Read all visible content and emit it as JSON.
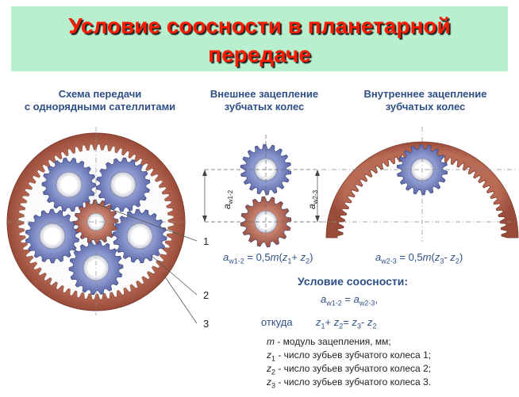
{
  "title": {
    "line1": "Условие соосности в планетарной",
    "line2": "передаче"
  },
  "sections": {
    "scheme": {
      "line1": "Схема передачи",
      "line2": "с однорядными сателлитами"
    },
    "external": {
      "line1": "Внешнее зацепление",
      "line2": "зубчатых колес"
    },
    "internal": {
      "line1": "Внутреннее зацепление",
      "line2": "зубчатых колес"
    }
  },
  "callouts": [
    "1",
    "2",
    "3"
  ],
  "dims": {
    "aw12": {
      "a": "a",
      "sub": "w1-2"
    },
    "aw23": {
      "a": "a",
      "sub": "w2-3"
    }
  },
  "formula_external": {
    "lhs": "a",
    "lhs_sub": "w1-2",
    "rest1": " = 0,5",
    "m": "m",
    "open": "(",
    "z": "z",
    "s1": "1",
    "plus": "+ ",
    "z2": "z",
    "s2": "2",
    "close": ")"
  },
  "formula_internal": {
    "lhs": "a",
    "lhs_sub": "w2-3",
    "rest1": " = 0,5",
    "m": "m",
    "open": "(",
    "z": "z",
    "s1": "3",
    "minus": "- ",
    "z2": "z",
    "s2": "2",
    "close": ")"
  },
  "condition": {
    "heading": "Условие соосности:",
    "eq_a1": "a",
    "eq_sub1": "w1-2",
    "eq_mid": " = ",
    "eq_a2": "a",
    "eq_sub2": "w2-3",
    "eq_end": ",",
    "whence": "откуда",
    "r_z1": "z",
    "r_s1": "1",
    "r_plus": "+ ",
    "r_z2": "z",
    "r_s2": "2",
    "r_eq": "= ",
    "r_z3": "z",
    "r_s3": "3",
    "r_minus": "- ",
    "r_z4": "z",
    "r_s4": "2"
  },
  "legend": [
    {
      "sym": "m",
      "sub": "",
      "text": " - модуль зацепления, мм;"
    },
    {
      "sym": "z",
      "sub": "1",
      "text": " - число зубьев зубчатого колеса 1;"
    },
    {
      "sym": "z",
      "sub": "2",
      "text": " - число зубьев зубчатого колеса 2;"
    },
    {
      "sym": "z",
      "sub": "3",
      "text": " - число зубьев зубчатого колеса 3."
    }
  ],
  "colors": {
    "title_red": "#ff1a00",
    "title_bg": "#b8f0cf",
    "ring_brown": "#b2604a",
    "ring_gap": "#fbfbfb",
    "planet_blue": "#6a78b6",
    "sun_brown": "#ab5f50",
    "text_blue": "#2e4f86"
  }
}
